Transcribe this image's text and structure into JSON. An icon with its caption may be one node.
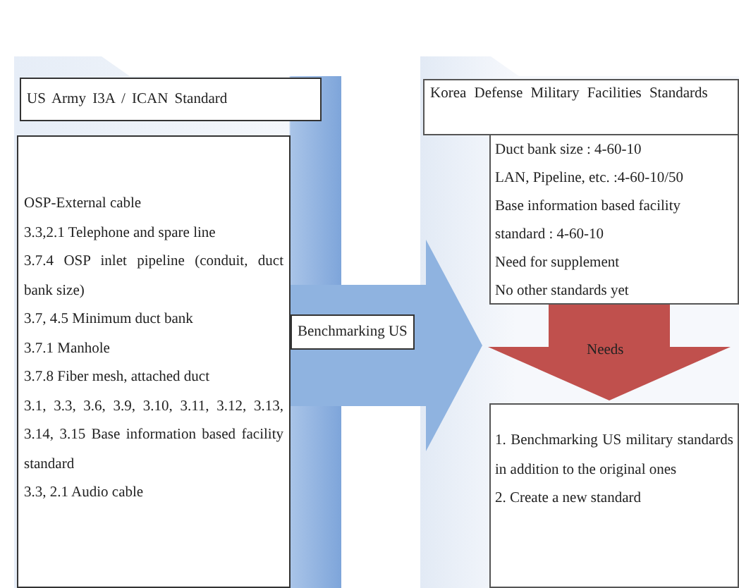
{
  "diagram": {
    "nodes": [
      {
        "text": [],
        "shape": "box"
      },
      {
        "text": [
          "US Army I3A / ICAN Standard"
        ],
        "in": 0
      },
      {
        "text": [
          "OSP-External cable",
          "3.3,2.1 Telephone and spare line",
          "3.7.4 OSP inlet pipeline (conduit, duct bank size)",
          "3.7, 4.5 Minimum duct bank",
          "3.7.1 Manhole",
          "3.7.8 Fiber mesh, attached duct",
          "3.1, 3.3, 3.6, 3.9, 3.10, 3.11, 3.12, 3.13, 3.14, 3.15 Base information based facility standard",
          "3.3, 2.1 Audio cable"
        ],
        "in": 0
      },
      {
        "text": [],
        "shape": "box"
      },
      {
        "text": [
          "Korea Defense Military Facilities Standards"
        ],
        "in": 3
      },
      {
        "text": [
          "Duct bank size : 4-60-10",
          "LAN, Pipeline, etc. :4-60-10/50",
          "Base information based facility standard : 4-60-10",
          "Need for supplement",
          "No other standards yet"
        ],
        "in": 3
      },
      {
        "text": [
          "1. Benchmarking US military standards in addition to the original ones",
          "2. Create a new standard"
        ],
        "in": 3
      }
    ],
    "edges": [
      {
        "from": 2,
        "to": 3,
        "arrow": "to",
        "label": "Benchmarking US",
        "color": "#8fb3e0"
      },
      {
        "from": 5,
        "to": 6,
        "arrow": "to",
        "label": "Needs",
        "color": "#c0504d"
      }
    ]
  }
}
